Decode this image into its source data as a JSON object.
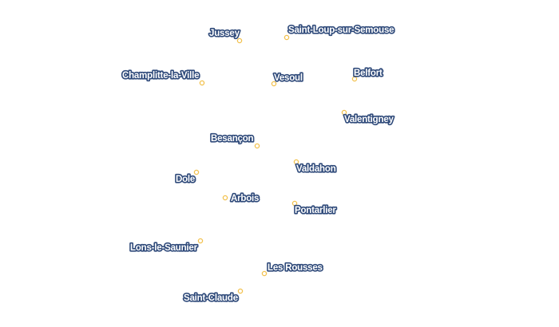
{
  "map": {
    "label_fill": "#ffffff",
    "label_halo": "#2f4a7a",
    "dot_stroke": "#f2c14e",
    "cities": [
      {
        "name": "Jussey"
      },
      {
        "name": "Saint-Loup-sur-Semouse"
      },
      {
        "name": "Champlitte-la-Ville"
      },
      {
        "name": "Vesoul"
      },
      {
        "name": "Belfort"
      },
      {
        "name": "Valentigney"
      },
      {
        "name": "Besançon"
      },
      {
        "name": "Valdahon"
      },
      {
        "name": "Dole"
      },
      {
        "name": "Arbois"
      },
      {
        "name": "Pontarlier"
      },
      {
        "name": "Lons-le-Saunier"
      },
      {
        "name": "Les Rousses"
      },
      {
        "name": "Saint-Claude"
      }
    ]
  }
}
